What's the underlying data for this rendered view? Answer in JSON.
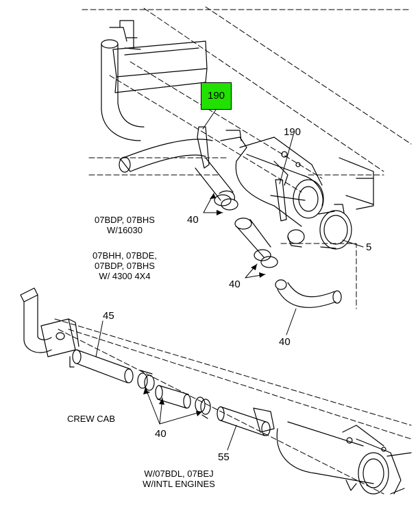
{
  "highlight_color": "#22e000",
  "callouts": {
    "p190_highlight": "190",
    "p190": "190",
    "p40_a": "40",
    "p40_b": "40",
    "p40_c": "40",
    "p40_d": "40",
    "p5": "5",
    "p45": "45",
    "p55": "55"
  },
  "notes": {
    "group1_line1": "07BDP, 07BHS",
    "group1_line2": "W/16030",
    "group2_line1": "07BHH, 07BDE,",
    "group2_line2": "07BDP, 07BHS",
    "group2_line3": "W/ 4300 4X4",
    "crew_cab": "CREW CAB",
    "group3_line1": "W/07BDL, 07BEJ",
    "group3_line2": "W/INTL ENGINES"
  }
}
